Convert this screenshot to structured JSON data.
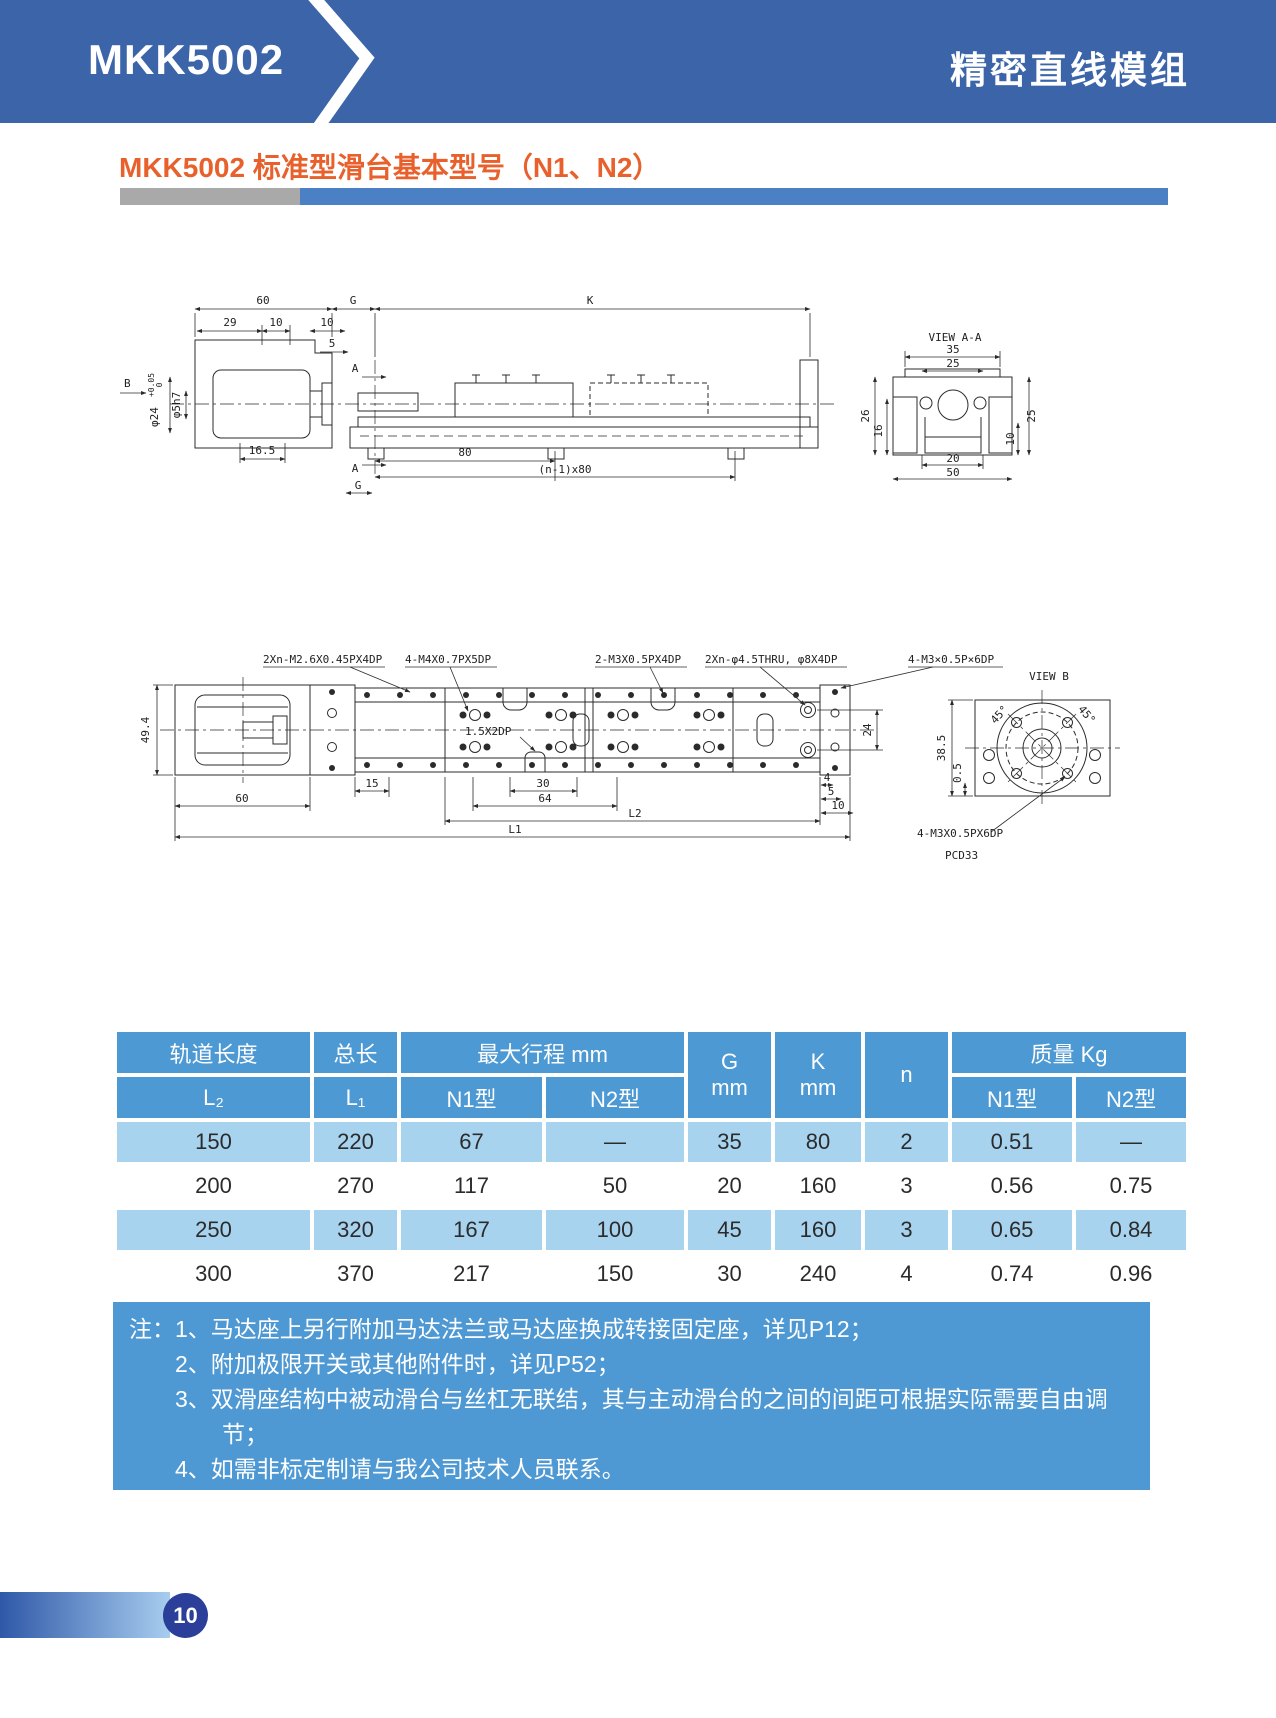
{
  "header": {
    "model": "MKK5002",
    "product_line": "精密直线模组"
  },
  "section_title": "MKK5002 标准型滑台基本型号（N1、N2）",
  "colors": {
    "header_blue": "#3b64a9",
    "accent_orange": "#e8612c",
    "bar_gray": "#a9a9a9",
    "bar_blue": "#4b80c4",
    "table_header_blue": "#4d99d3",
    "table_row_blue": "#a8d3ef",
    "notes_blue": "#4e99d4",
    "page_badge_navy": "#2b3e99"
  },
  "drawing_side": {
    "dims": {
      "top_60": "60",
      "top_g": "G",
      "top_k": "K",
      "d29": "29",
      "d10_a": "10",
      "d10_b": "10",
      "d5": "5",
      "view_b_arrow": "B",
      "dia24": "φ24",
      "dia24_tol_upper": "+0.05",
      "dia24_tol_lower": "0",
      "dia5h7": "φ5h7",
      "d16_5": "16.5",
      "section_a_top": "A",
      "section_a_bottom": "A",
      "d80": "80",
      "d_n80": "(n-1)x80",
      "bottom_g": "G"
    },
    "view_aa": {
      "title": "VIEW A-A",
      "d35": "35",
      "d25_top": "25",
      "d26": "26",
      "d16": "16",
      "d25_right": "25",
      "d10": "10",
      "d20": "20",
      "d50": "50"
    }
  },
  "drawing_top": {
    "callouts": {
      "c1": "2Xn-M2.6X0.45PX4DP",
      "c2": "4-M4X0.7PX5DP",
      "c3": "2-M3X0.5PX4DP",
      "c4": "2Xn-φ4.5THRU, φ8X4DP",
      "c5": "4-M3×0.5P×6DP",
      "slot": "1.5X2DP"
    },
    "dims": {
      "d49_4": "49.4",
      "d15": "15",
      "d30": "30",
      "d64": "64",
      "l2": "L2",
      "d60": "60",
      "l1": "L1",
      "d24": "24",
      "d4": "4",
      "d5": "5",
      "d10": "10"
    },
    "view_b": {
      "title": "VIEW B",
      "d38_5": "38.5",
      "d0_5": "0.5",
      "a45_left": "45°",
      "a45_right": "45°",
      "holes": "4-M3X0.5PX6DP",
      "pcd": "PCD33"
    }
  },
  "table": {
    "headers": {
      "track_len": "轨道长度",
      "total_len": "总长",
      "max_stroke": "最大行程 mm",
      "g": "G",
      "g_unit": "mm",
      "k": "K",
      "k_unit": "mm",
      "n": "n",
      "mass": "质量 Kg",
      "l2": "L₂",
      "l1": "L₁",
      "stroke_n1": "N1型",
      "stroke_n2": "N2型",
      "mass_n1": "N1型",
      "mass_n2": "N2型"
    },
    "rows": [
      [
        "150",
        "220",
        "67",
        "—",
        "35",
        "80",
        "2",
        "0.51",
        "—"
      ],
      [
        "200",
        "270",
        "117",
        "50",
        "20",
        "160",
        "3",
        "0.56",
        "0.75"
      ],
      [
        "250",
        "320",
        "167",
        "100",
        "45",
        "160",
        "3",
        "0.65",
        "0.84"
      ],
      [
        "300",
        "370",
        "217",
        "150",
        "30",
        "240",
        "4",
        "0.74",
        "0.96"
      ]
    ]
  },
  "notes": {
    "prefix": "注：",
    "items": [
      "1、马达座上另行附加马达法兰或马达座换成转接固定座，详见P12；",
      "2、附加极限开关或其他附件时，详见P52；",
      "3、双滑座结构中被动滑台与丝杠无联结，其与主动滑台的之间的间距可根据实际需要自由调节；",
      "4、如需非标定制请与我公司技术人员联系。"
    ]
  },
  "footer": {
    "page_number": "10"
  }
}
